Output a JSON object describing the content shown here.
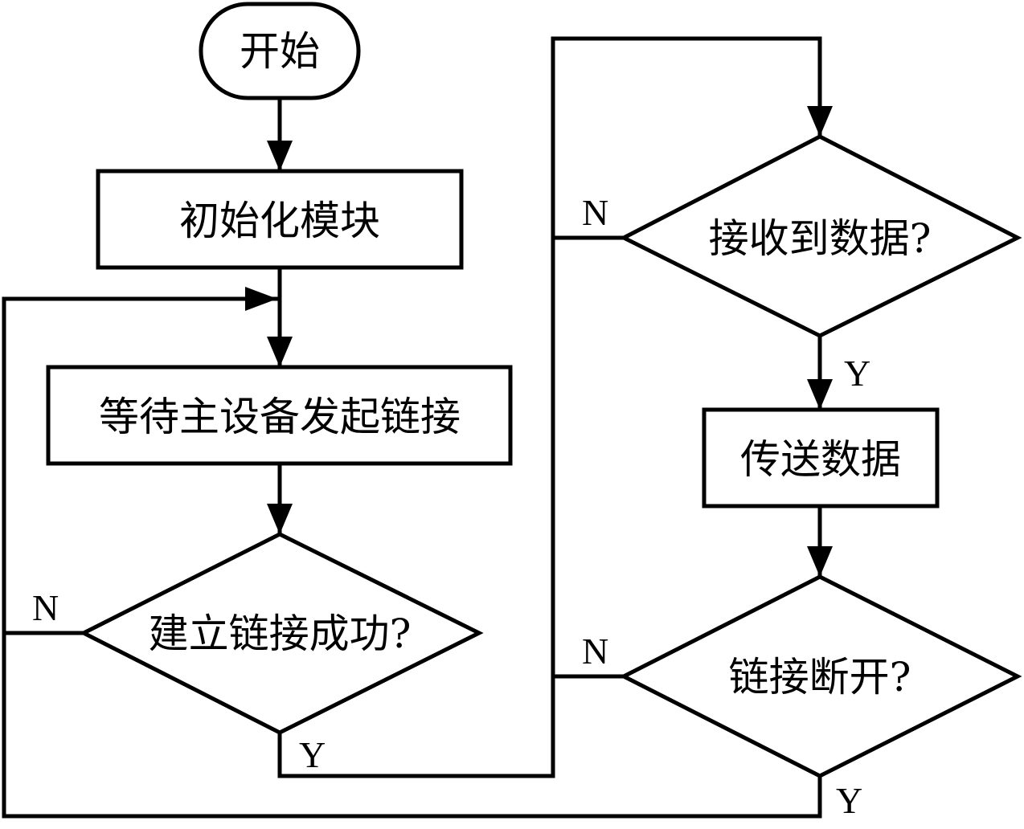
{
  "nodes": {
    "start": "开始",
    "init": "初始化模块",
    "wait": "等待主设备发起链接",
    "connected_q": "建立链接成功?",
    "received_q": "接收到数据?",
    "transfer": "传送数据",
    "disconnected_q": "链接断开?"
  },
  "branches": {
    "connected_no": "N",
    "connected_yes": "Y",
    "received_no": "N",
    "received_yes": "Y",
    "disconnected_no": "N",
    "disconnected_yes": "Y"
  },
  "colors": {
    "stroke": "#000000",
    "fill": "#ffffff"
  }
}
